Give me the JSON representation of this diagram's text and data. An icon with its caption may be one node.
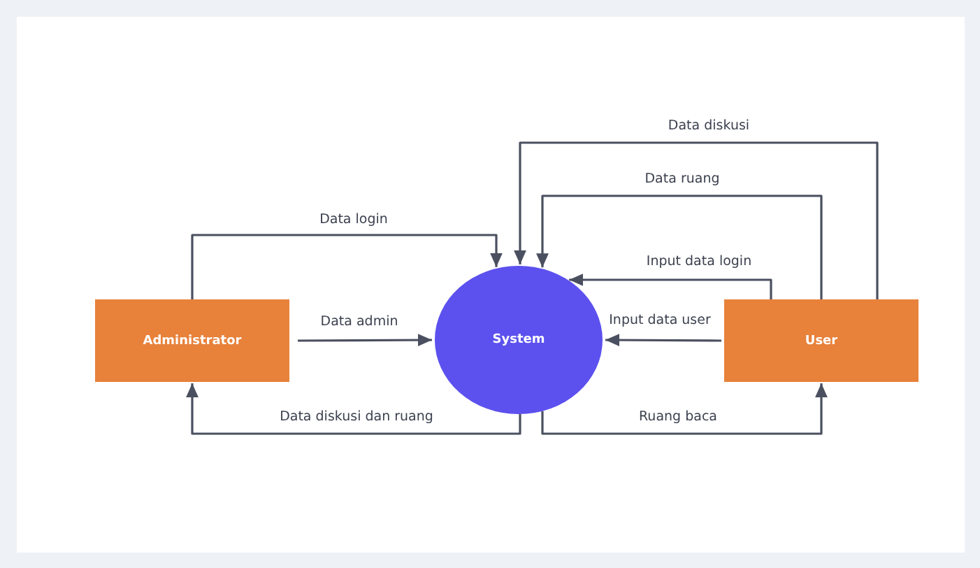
{
  "diagram": {
    "nodes": [
      {
        "text": [
          "Administrator"
        ]
      },
      {
        "text": [
          "System"
        ]
      },
      {
        "text": [
          "User"
        ]
      }
    ],
    "edges": [
      {
        "from": 0,
        "to": 1,
        "arrow": "to",
        "label": "Data login"
      },
      {
        "from": 0,
        "to": 1,
        "arrow": "to",
        "label": "Data admin"
      },
      {
        "from": 1,
        "to": 0,
        "arrow": "to",
        "label": "Data diskusi dan ruang"
      },
      {
        "from": 2,
        "to": 1,
        "arrow": "to",
        "label": "Data diskusi"
      },
      {
        "from": 2,
        "to": 1,
        "arrow": "to",
        "label": "Data ruang"
      },
      {
        "from": 2,
        "to": 1,
        "arrow": "to",
        "label": "Input data login"
      },
      {
        "from": 2,
        "to": 1,
        "arrow": "to",
        "label": "Input data user"
      },
      {
        "from": 1,
        "to": 2,
        "arrow": "to",
        "label": "Ruang baca"
      }
    ]
  }
}
